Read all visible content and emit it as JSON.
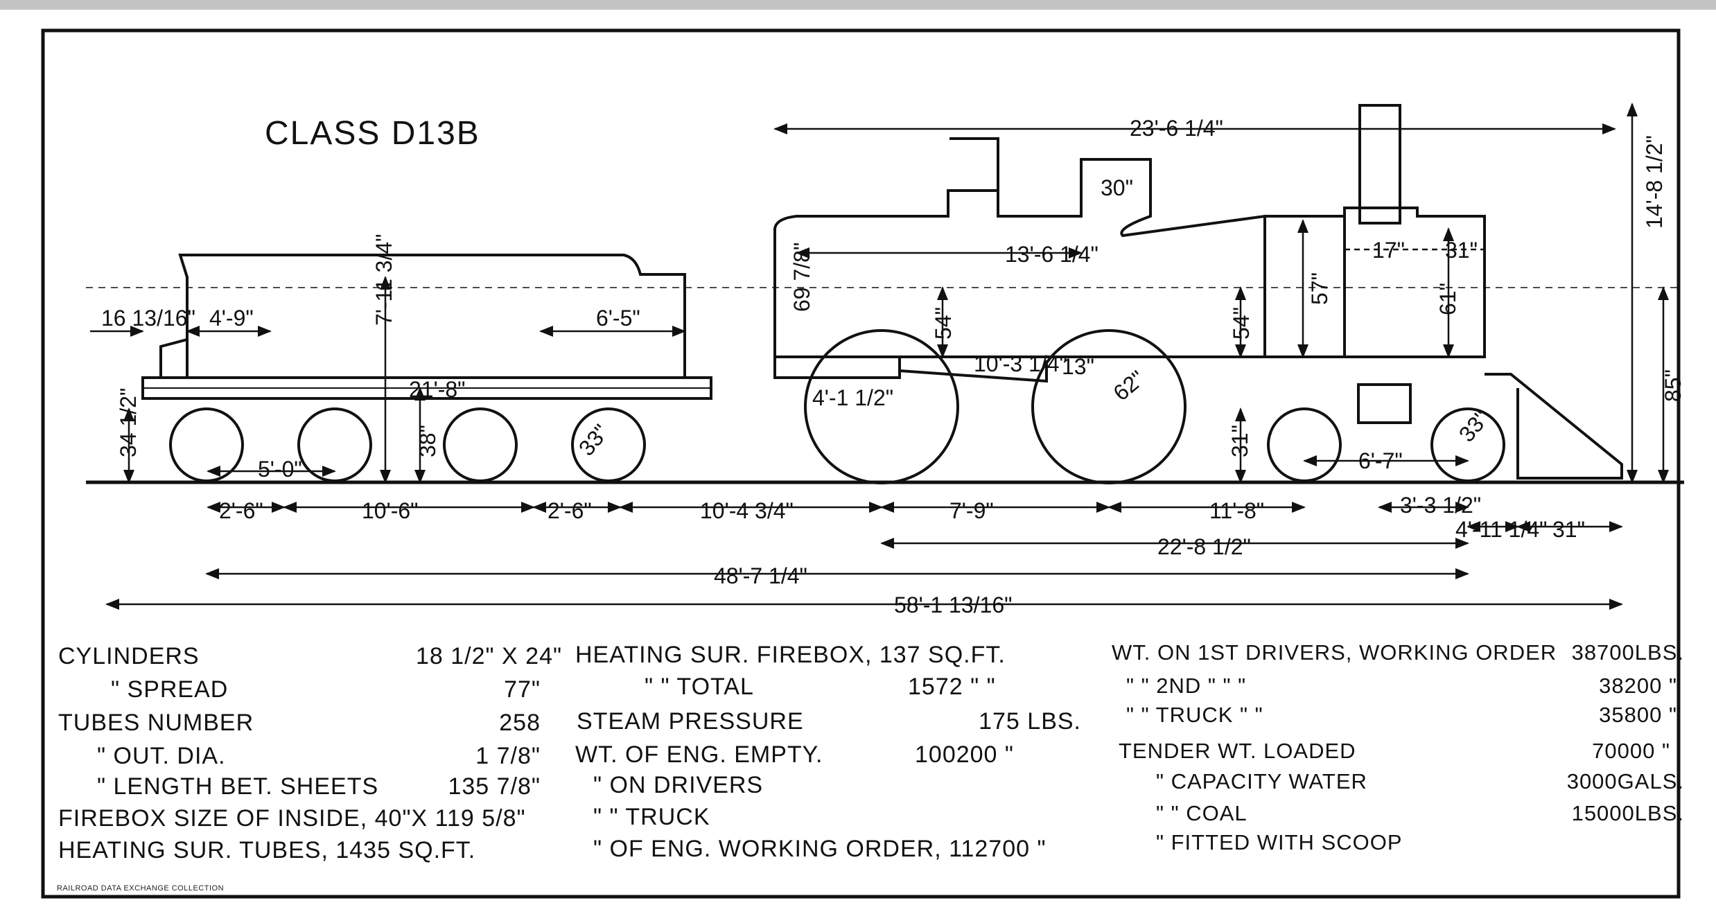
{
  "title": "CLASS D13B",
  "footer": "RAILROAD DATA EXCHANGE COLLECTION",
  "dimensions": {
    "tender_overhang": "16 13/16\"",
    "tender_wheel_dia": "34 1/2\"",
    "tank_front": "4'-9\"",
    "tank_height": "7'-11 3/4\"",
    "tank_rear": "6'-5\"",
    "tender_frame": "21'-8\"",
    "tender_deck": "38\"",
    "tender_wheel": "33\"",
    "truck_wb_tender": "5'-0\"",
    "tender_truck_a": "2'-6\"",
    "tender_truck_span": "10'-6\"",
    "tender_truck_b": "2'-6\"",
    "engine_tender_gap": "10'-4 3/4\"",
    "driver_wb": "7'-9\"",
    "driver_to_truck": "11'-8\"",
    "truck_wb": "3'-3 1/2\"",
    "total_engine_wb": "22'-8 1/2\"",
    "pilot_a": "4'-11 1/4\"",
    "pilot_b": "31\"",
    "overall_wb": "48'-7 1/4\"",
    "overall_length": "58'-1 13/16\"",
    "boiler_length": "23'-6 1/4\"",
    "barrel_length": "13'-6 1/4\"",
    "dome": "30\"",
    "firebox_height": "69 7/8\"",
    "boiler_center_a": "54\"",
    "boiler_center_b": "54\"",
    "smokebox_dia": "57\"",
    "stack_offset": "17\"",
    "stack_dia": "31\"",
    "cyl_height": "61\"",
    "height_overall": "14'-8 1/2\"",
    "center_line": "85\"",
    "firebox_len": "4'-1 1/2\"",
    "rod": "10'-3 1/4\"",
    "cyl_offset": "13\"",
    "driver_dia": "62\"",
    "truck_height": "31\"",
    "truck_span": "6'-7\"",
    "truck_wheel": "33\""
  },
  "specs": {
    "col1": [
      {
        "label": "CYLINDERS",
        "value": "18 1/2\" X 24\""
      },
      {
        "label": "\"      SPREAD",
        "value": "77\""
      },
      {
        "label": "TUBES NUMBER",
        "value": "258"
      },
      {
        "label": "\"    OUT. DIA.",
        "value": "1 7/8\""
      },
      {
        "label": "\"    LENGTH BET. SHEETS",
        "value": "135 7/8\""
      },
      {
        "label": "FIREBOX SIZE OF INSIDE, 40\"X 119 5/8\"",
        "value": ""
      },
      {
        "label": "HEATING SUR. TUBES, 1435 SQ.FT.",
        "value": ""
      }
    ],
    "col2": [
      {
        "label": "HEATING SUR. FIREBOX, 137 SQ.FT.",
        "value": ""
      },
      {
        "label": "\"      \" TOTAL",
        "value": "1572 \" \""
      },
      {
        "label": "STEAM PRESSURE",
        "value": "175 LBS."
      },
      {
        "label": "WT. OF ENG. EMPTY.",
        "value": "100200 \""
      },
      {
        "label": "\" ON DRIVERS",
        "value": ""
      },
      {
        "label": "\"  \" TRUCK",
        "value": ""
      },
      {
        "label": "\" OF ENG. WORKING ORDER, 112700 \"",
        "value": ""
      }
    ],
    "col3": [
      {
        "label": "WT. ON 1ST DRIVERS, WORKING ORDER",
        "value": "38700LBS."
      },
      {
        "label": "\" \" 2ND   \"      \"      \"",
        "value": "38200 \""
      },
      {
        "label": "\" \" TRUCK   \"      \"",
        "value": "35800 \""
      },
      {
        "label": "TENDER WT. LOADED",
        "value": "70000 \""
      },
      {
        "label": "\"    CAPACITY WATER",
        "value": "3000GALS."
      },
      {
        "label": "\"      \"    COAL",
        "value": "15000LBS."
      },
      {
        "label": "\"    FITTED WITH SCOOP",
        "value": ""
      }
    ]
  }
}
